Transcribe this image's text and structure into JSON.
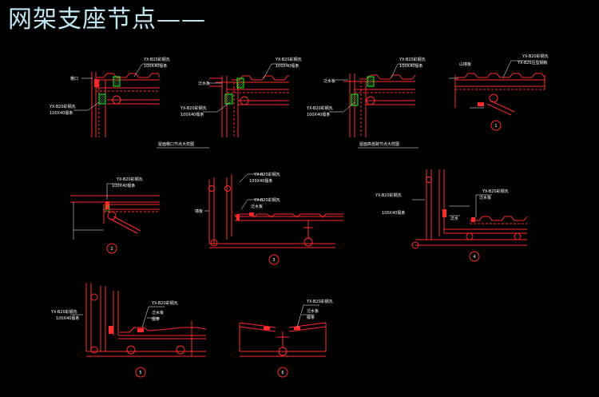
{
  "title": "网架支座节点——",
  "colors": {
    "background": "#000000",
    "structure": "#ff2a2a",
    "insulation": "#22ee22",
    "leader": "#ffffff",
    "title": "#bfe6f0"
  },
  "details": {
    "d1": {
      "label_top": "YX-B20彩钢瓦",
      "label_top2": "100X40檩条",
      "label_left": "YX-B20彩钢瓦",
      "label_left2": "100X40檩条",
      "mark": "檐口"
    },
    "d2": {
      "label_top": "YX-B20彩钢瓦",
      "label_top2": "100X40檩条",
      "label_left": "YX-B20彩钢瓦",
      "label_left2": "100X40檩条",
      "mark": "泛水板"
    },
    "d3": {
      "label_top": "YX-B20彩钢瓦",
      "label_top2": "100X40檩条",
      "label_left": "YX-B20彩钢瓦",
      "label_left2": "100X40檩条",
      "mark": "泛水板"
    },
    "d4": {
      "label_top": "YX-B20彩钢瓦",
      "label_top2": "YX-B20压型钢板",
      "mark": "山墙板",
      "num": "1"
    },
    "d5": {
      "label_top": "YX-B20彩钢瓦",
      "label_top2": "100X40檩条",
      "num": "2"
    },
    "d6": {
      "label_top": "YX-B20彩钢瓦",
      "label_top2": "100X40檩条",
      "label_mid": "YX-B20彩钢瓦",
      "label_mid2": "泛水板",
      "mark": "墙板",
      "num": "3"
    },
    "d7": {
      "label_top": "YX-B20彩钢瓦",
      "label_top2": "泛水板",
      "label_left": "YX-B20彩钢瓦",
      "label_left2": "100X40檩条",
      "mark": "泛水",
      "num": "4"
    },
    "d8": {
      "label_top": "YX-B20彩钢瓦",
      "label_top2": "泛水板",
      "label_top3": "檩条",
      "label_left": "YX-B20彩钢瓦",
      "label_left2": "100X40檩条",
      "num": "5"
    },
    "d9": {
      "label_top": "YX-B20彩钢瓦",
      "label_top2": "泛水板",
      "label_top3": "檩条",
      "num": "6"
    }
  },
  "captions": {
    "c1": "屋面檐口节点大样图",
    "c2": "屋面高低跨节点大样图"
  }
}
